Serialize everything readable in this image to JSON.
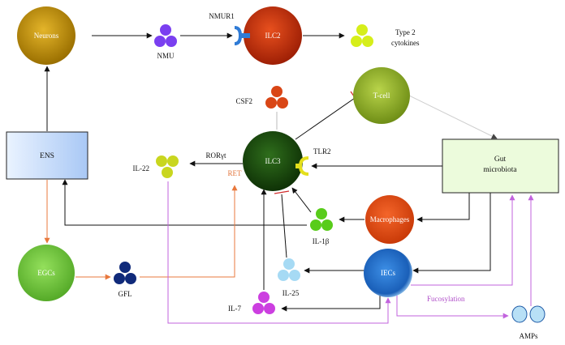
{
  "nodes": {
    "neurons": "Neurons",
    "ilc2": "ILC2",
    "tcell": "T-cell",
    "ilc3": "ILC3",
    "macrophages": "Macrophages",
    "iecs": "IECs",
    "egcs": "EGCs",
    "ens": "ENS",
    "gut_microbiota_line1": "Gut",
    "gut_microbiota_line2": "microbiota"
  },
  "labels": {
    "nmu": "NMU",
    "nmur1": "NMUR1",
    "type2_line1": "Type 2",
    "type2_line2": "cytokines",
    "csf2": "CSF2",
    "rorgt": "RORγt",
    "tlr2": "TLR2",
    "il22": "IL-22",
    "ret": "RET",
    "il1b": "IL-1β",
    "il25": "IL-25",
    "il7": "IL-7",
    "gfl": "GFL",
    "fucosylation": "Fucosylation",
    "amps": "AMPs"
  },
  "colors": {
    "neurons": "#c79a0c",
    "ilc2": "#cf3a0c",
    "tcell": "#a6c23a",
    "ilc3": "#1b4d10",
    "macrophages": "#e8501a",
    "iecs": "#1f74cf",
    "egcs": "#7fd146",
    "nmu_dots": "#7a3ff0",
    "type2_dots": "#d6ee1a",
    "csf2_dots": "#d94616",
    "il22_dots": "#c9d61f",
    "il1b_dots": "#58cc1a",
    "il25_dots": "#a6daf4",
    "il7_dots": "#cc3fe0",
    "gfl_dots": "#102a7a",
    "amps": "#b8e0f6",
    "orange_arrow": "#e8783c",
    "purple_arrow": "#c263de",
    "inhibit": "#d12c2c"
  }
}
